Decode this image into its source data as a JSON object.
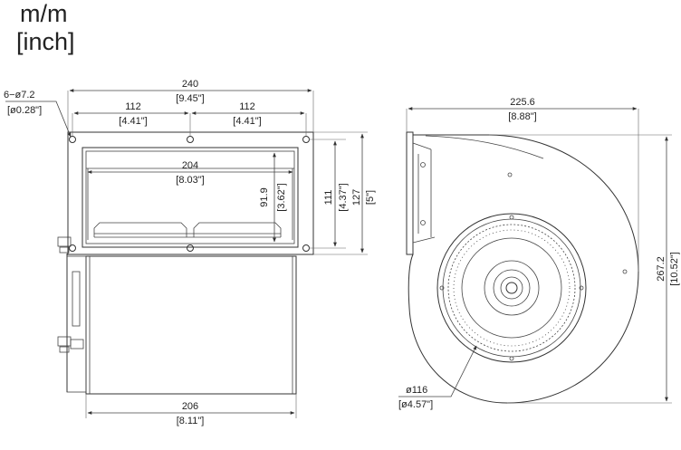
{
  "units": {
    "line1": "m/m",
    "line2": "[inch]"
  },
  "front_view": {
    "holes_mm": "6−ø7.2",
    "holes_in": "[ø0.28\"]",
    "overall_width_mm": "240",
    "overall_width_in": "[9.45\"]",
    "hole_pitch_left_mm": "112",
    "hole_pitch_left_in": "[4.41\"]",
    "hole_pitch_right_mm": "112",
    "hole_pitch_right_in": "[4.41\"]",
    "outlet_width_mm": "204",
    "outlet_width_in": "[8.03\"]",
    "outlet_height_mm": "91.9",
    "outlet_height_in": "[3.62\"]",
    "hole_pitch_vertical_mm": "111",
    "hole_pitch_vertical_in": "[4.37\"]",
    "flange_height_mm": "127",
    "flange_height_in": "[5\"]",
    "housing_width_mm": "206",
    "housing_width_in": "[8.11\"]"
  },
  "side_view": {
    "overall_depth_mm": "225.6",
    "overall_depth_in": "[8.88\"]",
    "overall_height_mm": "267.2",
    "overall_height_in": "[10.52\"]",
    "inlet_diameter_mm": "ø116",
    "inlet_diameter_in": "[ø4.57\"]"
  },
  "colors": {
    "line": "#333333",
    "text": "#222222",
    "background": "#ffffff"
  }
}
